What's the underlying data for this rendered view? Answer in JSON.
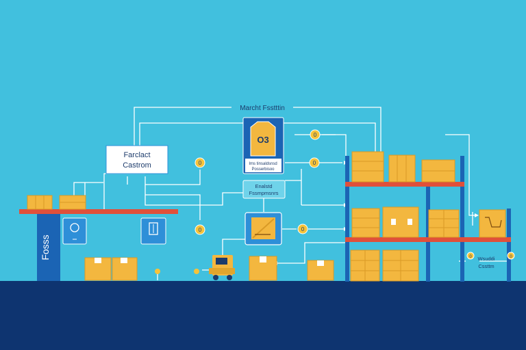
{
  "colors": {
    "sky": "#41c0de",
    "floor": "#0e3470",
    "rack": "#1b64b4",
    "shelf": "#e0503a",
    "box": "#f3b73f",
    "box_dark": "#d99a26",
    "line": "#ffffff",
    "node_fill": "#ffffff",
    "node_text": "#1c3b6b",
    "badge": "#f6c339"
  },
  "labels": {
    "top_flow": "Marcht Fsstttin",
    "factory_box": [
      "Farclact",
      "Castrom"
    ],
    "pillar": "Fosss",
    "hub_box": [
      "Ims tinsaldsnsd",
      "Posserbisoo"
    ],
    "mid_box": [
      "Enalstd",
      "Fssmpmsnrs"
    ],
    "hub_icon": "O3",
    "right_box": [
      "Wsuddi",
      "Cssttm"
    ]
  },
  "badges": [
    "0",
    "0",
    "0",
    "0",
    "0",
    "0",
    "0"
  ],
  "icons": [
    "person-icon",
    "door-icon",
    "clipboard-icon",
    "truck-icon",
    "cart-icon"
  ]
}
